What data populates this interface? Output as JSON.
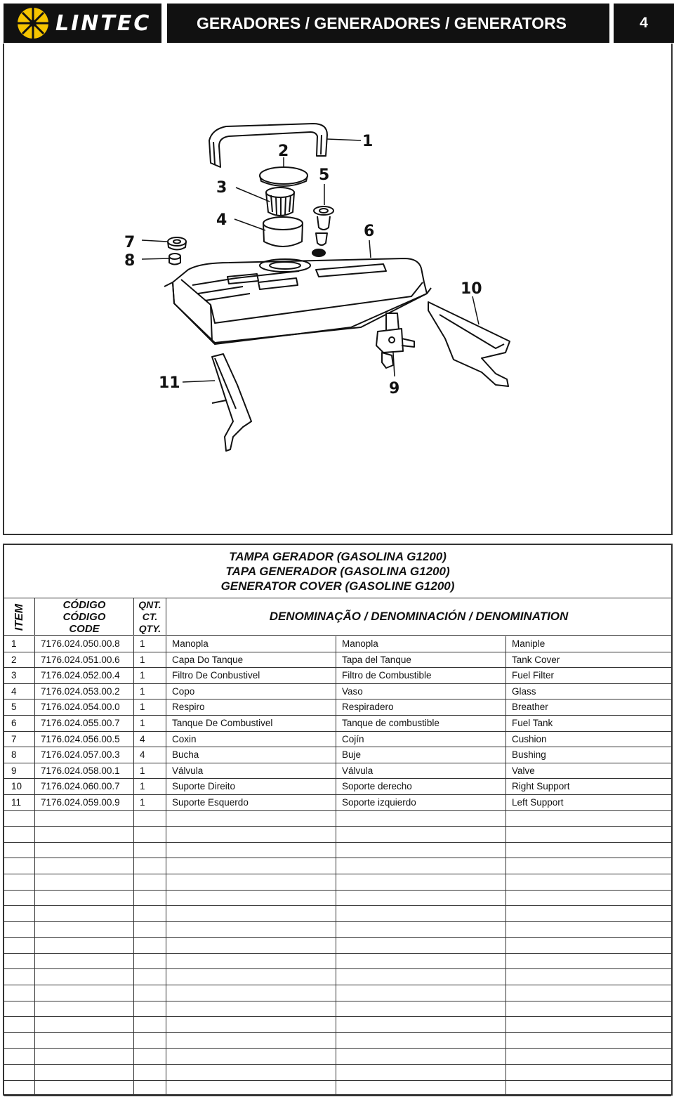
{
  "header": {
    "logo_text": "LINTEC",
    "title": "GERADORES / GENERADORES / GENERATORS",
    "page_number": "4"
  },
  "diagram": {
    "callouts": [
      "1",
      "2",
      "3",
      "4",
      "5",
      "6",
      "7",
      "8",
      "9",
      "10",
      "11"
    ]
  },
  "table": {
    "title_lines": [
      "TAMPA GERADOR (GASOLINA G1200)",
      "TAPA GENERADOR (GASOLINA G1200)",
      "GENERATOR COVER (GASOLINE G1200)"
    ],
    "headers": {
      "item": "ITEM",
      "code_lines": [
        "CÓDIGO",
        "CÓDIGO",
        "CODE"
      ],
      "qty_lines": [
        "QNT.",
        "CT.",
        "QTY."
      ],
      "denomination": "DENOMINAÇÃO / DENOMINACIÓN / DENOMINATION"
    },
    "rows": [
      {
        "item": "1",
        "code": "7176.024.050.00.8",
        "qty": "1",
        "pt": "Manopla",
        "es": "Manopla",
        "en": "Maniple"
      },
      {
        "item": "2",
        "code": "7176.024.051.00.6",
        "qty": "1",
        "pt": "Capa Do Tanque",
        "es": "Tapa del Tanque",
        "en": "Tank Cover"
      },
      {
        "item": "3",
        "code": "7176.024.052.00.4",
        "qty": "1",
        "pt": "Filtro De Conbustivel",
        "es": "Filtro de Combustible",
        "en": "Fuel Filter"
      },
      {
        "item": "4",
        "code": "7176.024.053.00.2",
        "qty": "1",
        "pt": "Copo",
        "es": "Vaso",
        "en": "Glass"
      },
      {
        "item": "5",
        "code": "7176.024.054.00.0",
        "qty": "1",
        "pt": "Respiro",
        "es": "Respiradero",
        "en": "Breather"
      },
      {
        "item": "6",
        "code": "7176.024.055.00.7",
        "qty": "1",
        "pt": "Tanque De Combustivel",
        "es": "Tanque de combustible",
        "en": "Fuel Tank"
      },
      {
        "item": "7",
        "code": "7176.024.056.00.5",
        "qty": "4",
        "pt": "Coxin",
        "es": "Cojín",
        "en": "Cushion"
      },
      {
        "item": "8",
        "code": "7176.024.057.00.3",
        "qty": "4",
        "pt": "Bucha",
        "es": "Buje",
        "en": "Bushing"
      },
      {
        "item": "9",
        "code": "7176.024.058.00.1",
        "qty": "1",
        "pt": "Válvula",
        "es": "Válvula",
        "en": "Valve"
      },
      {
        "item": "10",
        "code": "7176.024.060.00.7",
        "qty": "1",
        "pt": "Suporte Direito",
        "es": "Soporte derecho",
        "en": "Right Support"
      },
      {
        "item": "11",
        "code": "7176.024.059.00.9",
        "qty": "1",
        "pt": "Suporte Esquerdo",
        "es": "Soporte izquierdo",
        "en": "Left Support"
      }
    ],
    "empty_rows": 18
  }
}
